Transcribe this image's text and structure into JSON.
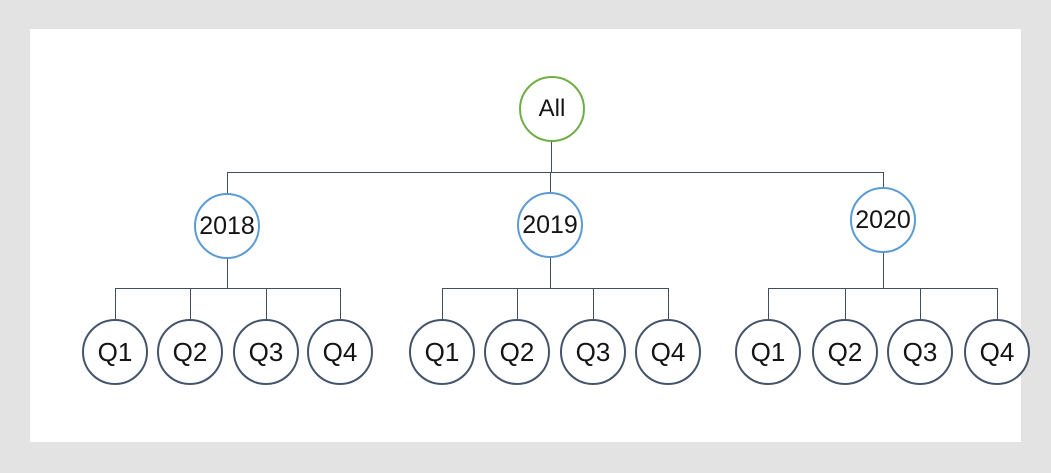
{
  "canvas": {
    "background": "#e3e3e3",
    "surface": "#ffffff"
  },
  "colors": {
    "root_stroke": "#70ad47",
    "year_stroke": "#5b9bd5",
    "quarter_stroke": "#44546a",
    "connector": "#3f4e63",
    "text": "#141414"
  },
  "tree": {
    "root": {
      "label": "All"
    },
    "years": [
      {
        "label": "2018",
        "quarters": [
          "Q1",
          "Q2",
          "Q3",
          "Q4"
        ]
      },
      {
        "label": "2019",
        "quarters": [
          "Q1",
          "Q2",
          "Q3",
          "Q4"
        ]
      },
      {
        "label": "2020",
        "quarters": [
          "Q1",
          "Q2",
          "Q3",
          "Q4"
        ]
      }
    ]
  }
}
